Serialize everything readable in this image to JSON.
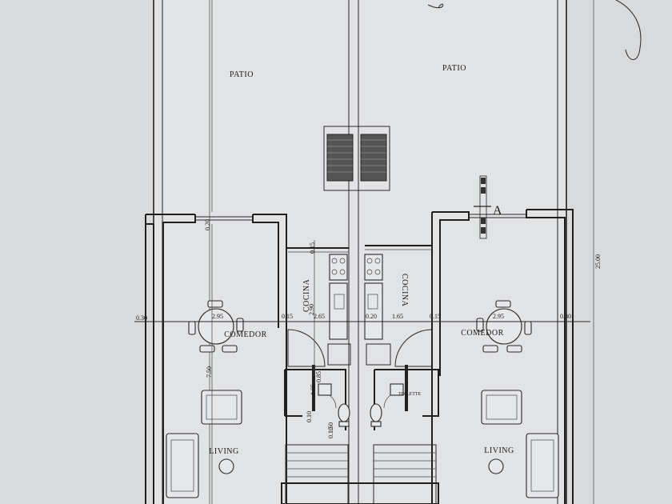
{
  "rooms": {
    "patio_left": "PATIO",
    "patio_right": "PATIO",
    "cocina_left": "COCINA",
    "cocina_right": "COCINA",
    "comedor_left": "COMEDOR",
    "comedor_right": "COMEDOR",
    "living_left": "LIVING",
    "living_right": "LIVING",
    "toilette": "TOILETTE"
  },
  "section_marker": "A",
  "dimensions": {
    "total_length": "25.00",
    "depth_left": "7.50",
    "wall_top_left": "0.20",
    "wall_top_mid": "0.15",
    "left_margin": "0.30",
    "comedor_w_left": "2.95",
    "partition_left": "0.15",
    "cocina_w_left": "2.65",
    "cocina_h_left": "2.90",
    "center_wall": "0.20",
    "cocina_w_right": "1.65",
    "partition_right": "0.15",
    "comedor_w_right": "2.95",
    "right_margin": "0.30",
    "bath_a": "0.10",
    "bath_b": "1.50",
    "bath_c": "0.10",
    "bath_d": "0.85",
    "bath_e": "1.65"
  },
  "colors": {
    "paper": "#d9dadc",
    "ink": "#1f1f1f"
  }
}
